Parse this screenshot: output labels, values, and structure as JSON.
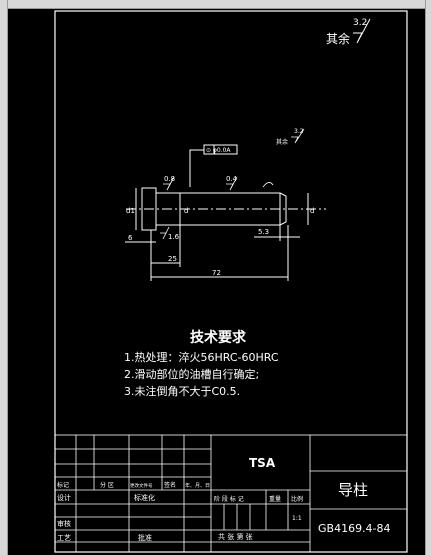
{
  "title_block": {
    "logo_text": "TSA",
    "part_name": "导柱",
    "drawing_number": "GB4169.4-84",
    "scale": "1:1",
    "row_labels": [
      "标记",
      "分 区",
      "更改文件号",
      "签名",
      "年、月、日"
    ],
    "design_label": "设计",
    "standardization_label": "标准化",
    "review_label": "审核",
    "process_label": "工艺",
    "approve_label": "批准",
    "stage_headers": [
      "阶 段 标 记",
      "重量",
      "比例"
    ],
    "sheet_text": "共 张  第 张"
  },
  "roughness": {
    "global_label": "其余",
    "global_value": "3.2",
    "small_label": "其余",
    "small_value": "3.2"
  },
  "tech_requirements": {
    "heading": "技术要求",
    "items": [
      "1.热处理：淬火56HRC-60HRC",
      "2.滑动部位的油槽自行确定;",
      "3.未注倒角不大于C0.5."
    ]
  },
  "dimensions": {
    "d_head": "d1",
    "d_body": "d",
    "d_tip": "d",
    "len_6": "6",
    "len_25": "25",
    "len_72": "72",
    "chamfer": "5.3",
    "rough_08": "0.8",
    "rough_04": "0.4",
    "rough_16": "1.6",
    "tolerance_frame": "⊙ φ0.0A",
    "datum": "A"
  }
}
